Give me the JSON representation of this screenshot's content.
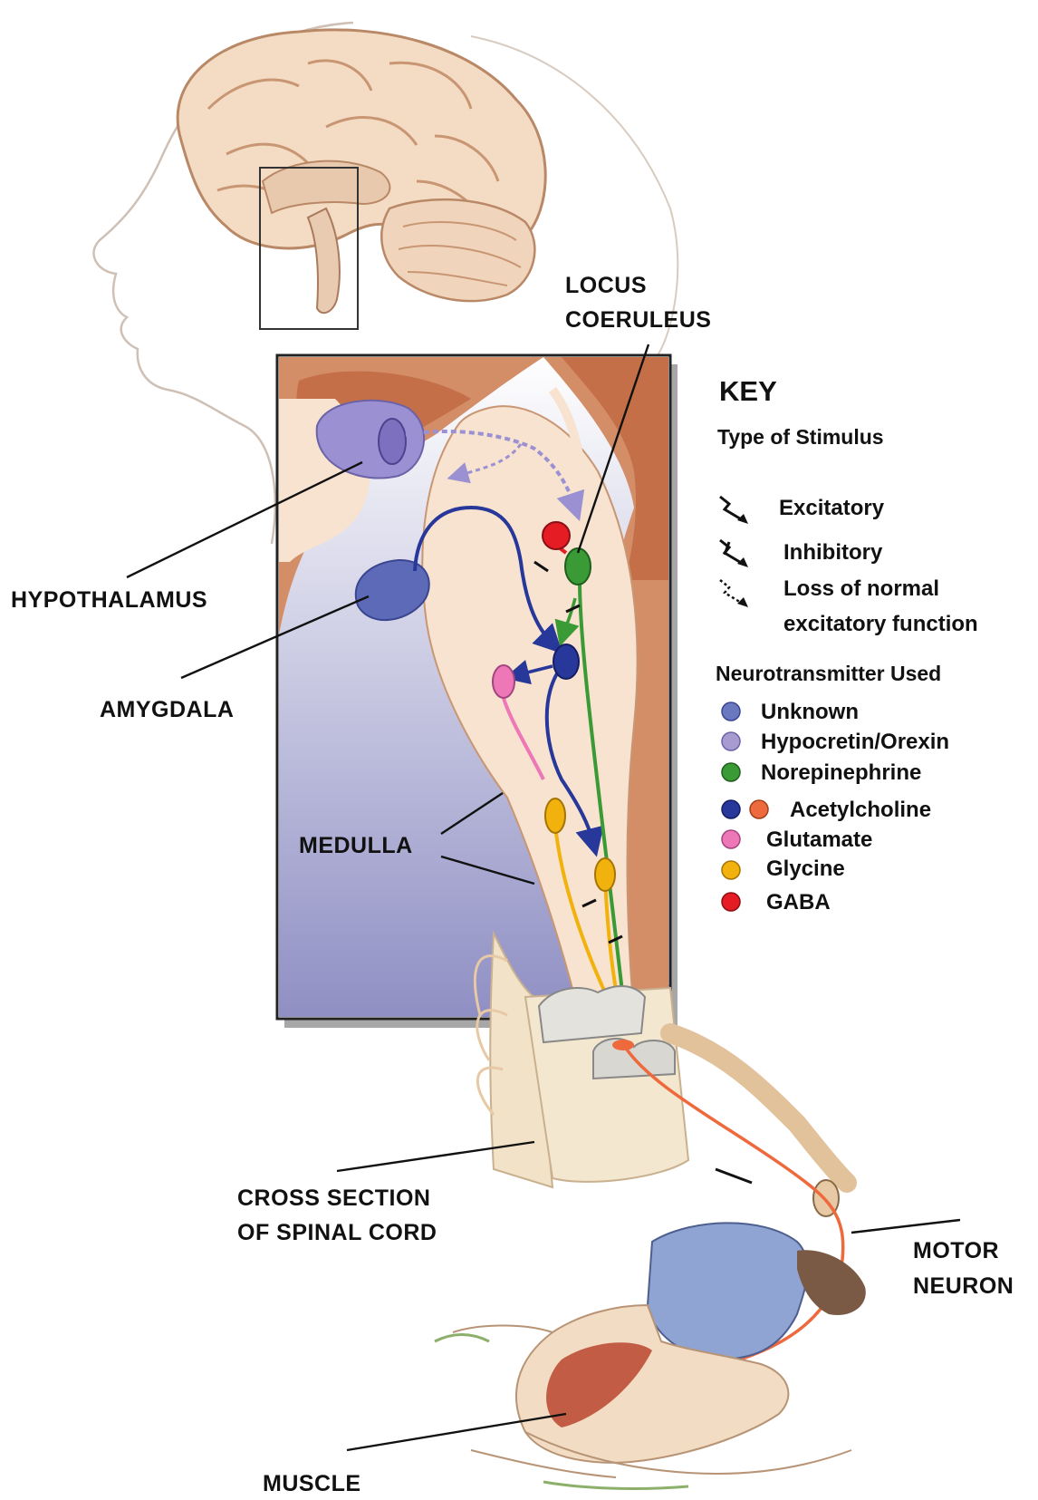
{
  "labels": {
    "locus_coeruleus": [
      "LOCUS",
      "COERULEUS"
    ],
    "hypothalamus": "HYPOTHALAMUS",
    "amygdala": "AMYGDALA",
    "medulla": "MEDULLA",
    "cross_section": [
      "CROSS SECTION",
      "OF SPINAL CORD"
    ],
    "motor_neuron": [
      "MOTOR",
      "NEURON"
    ],
    "muscle": "MUSCLE"
  },
  "key": {
    "title": "KEY",
    "stimulus_heading": "Type of Stimulus",
    "stimulus_types": [
      {
        "label": "Excitatory",
        "icon": "excitatory-arrow-icon"
      },
      {
        "label": "Inhibitory",
        "icon": "inhibitory-arrow-icon"
      },
      {
        "label": "Loss of normal",
        "label2": "excitatory function",
        "icon": "loss-of-function-arrow-icon"
      }
    ],
    "nt_heading": "Neurotransmitter Used",
    "neurotransmitters": [
      {
        "label": "Unknown",
        "colors": [
          "#6a78bf"
        ]
      },
      {
        "label": "Hypocretin/Orexin",
        "colors": [
          "#a79bd0"
        ]
      },
      {
        "label": "Norepinephrine",
        "colors": [
          "#3a9a35"
        ]
      },
      {
        "label": "Acetylcholine",
        "colors": [
          "#27379a",
          "#ee6a3c"
        ]
      },
      {
        "label": "Glutamate",
        "colors": [
          "#ee77b8"
        ]
      },
      {
        "label": "Glycine",
        "colors": [
          "#f2b20e"
        ]
      },
      {
        "label": "GABA",
        "colors": [
          "#e51c23"
        ]
      }
    ]
  },
  "colors": {
    "tissue": "#f7e3cf",
    "tissue_dark": "#d38e68",
    "cavity": "#c56f48",
    "hypothalamus": "#9b90d2",
    "amygdala": "#5c6ab8",
    "norepinephrine": "#3a9a35",
    "acetylcholine": "#27379a",
    "glutamate": "#ee77b8",
    "glycine": "#f2b20e",
    "gaba": "#e51c23",
    "motor_neuron": "#ee6a3c"
  }
}
